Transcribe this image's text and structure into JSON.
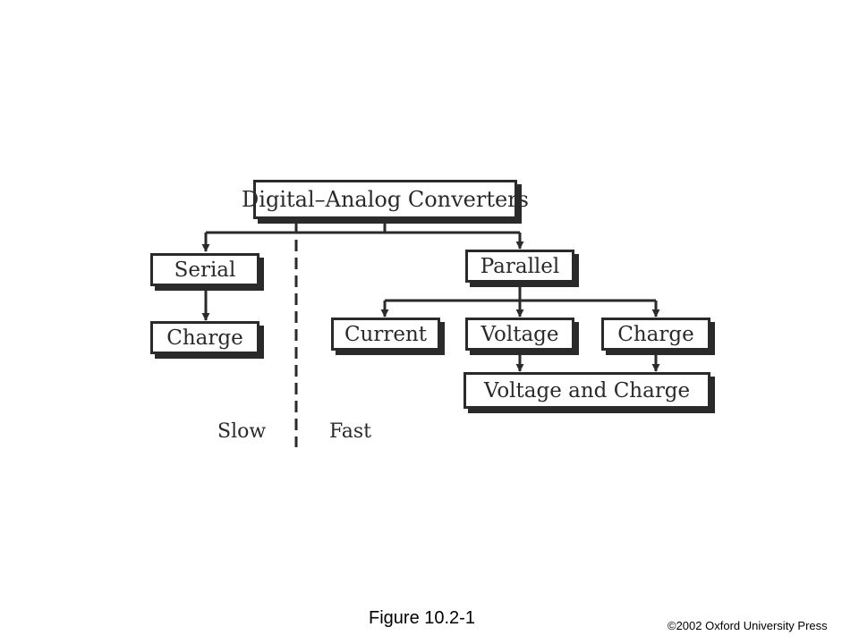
{
  "diagram": {
    "root": "Digital–Analog Converters",
    "serial": "Serial",
    "serial_charge": "Charge",
    "parallel": "Parallel",
    "current": "Current",
    "voltage": "Voltage",
    "parallel_charge": "Charge",
    "voltage_and_charge": "Voltage and Charge",
    "slow_label": "Slow",
    "fast_label": "Fast"
  },
  "caption": "Figure 10.2-1",
  "copyright": "©2002 Oxford University Press",
  "colors": {
    "ink": "#2a2a2a",
    "background": "#ffffff"
  }
}
